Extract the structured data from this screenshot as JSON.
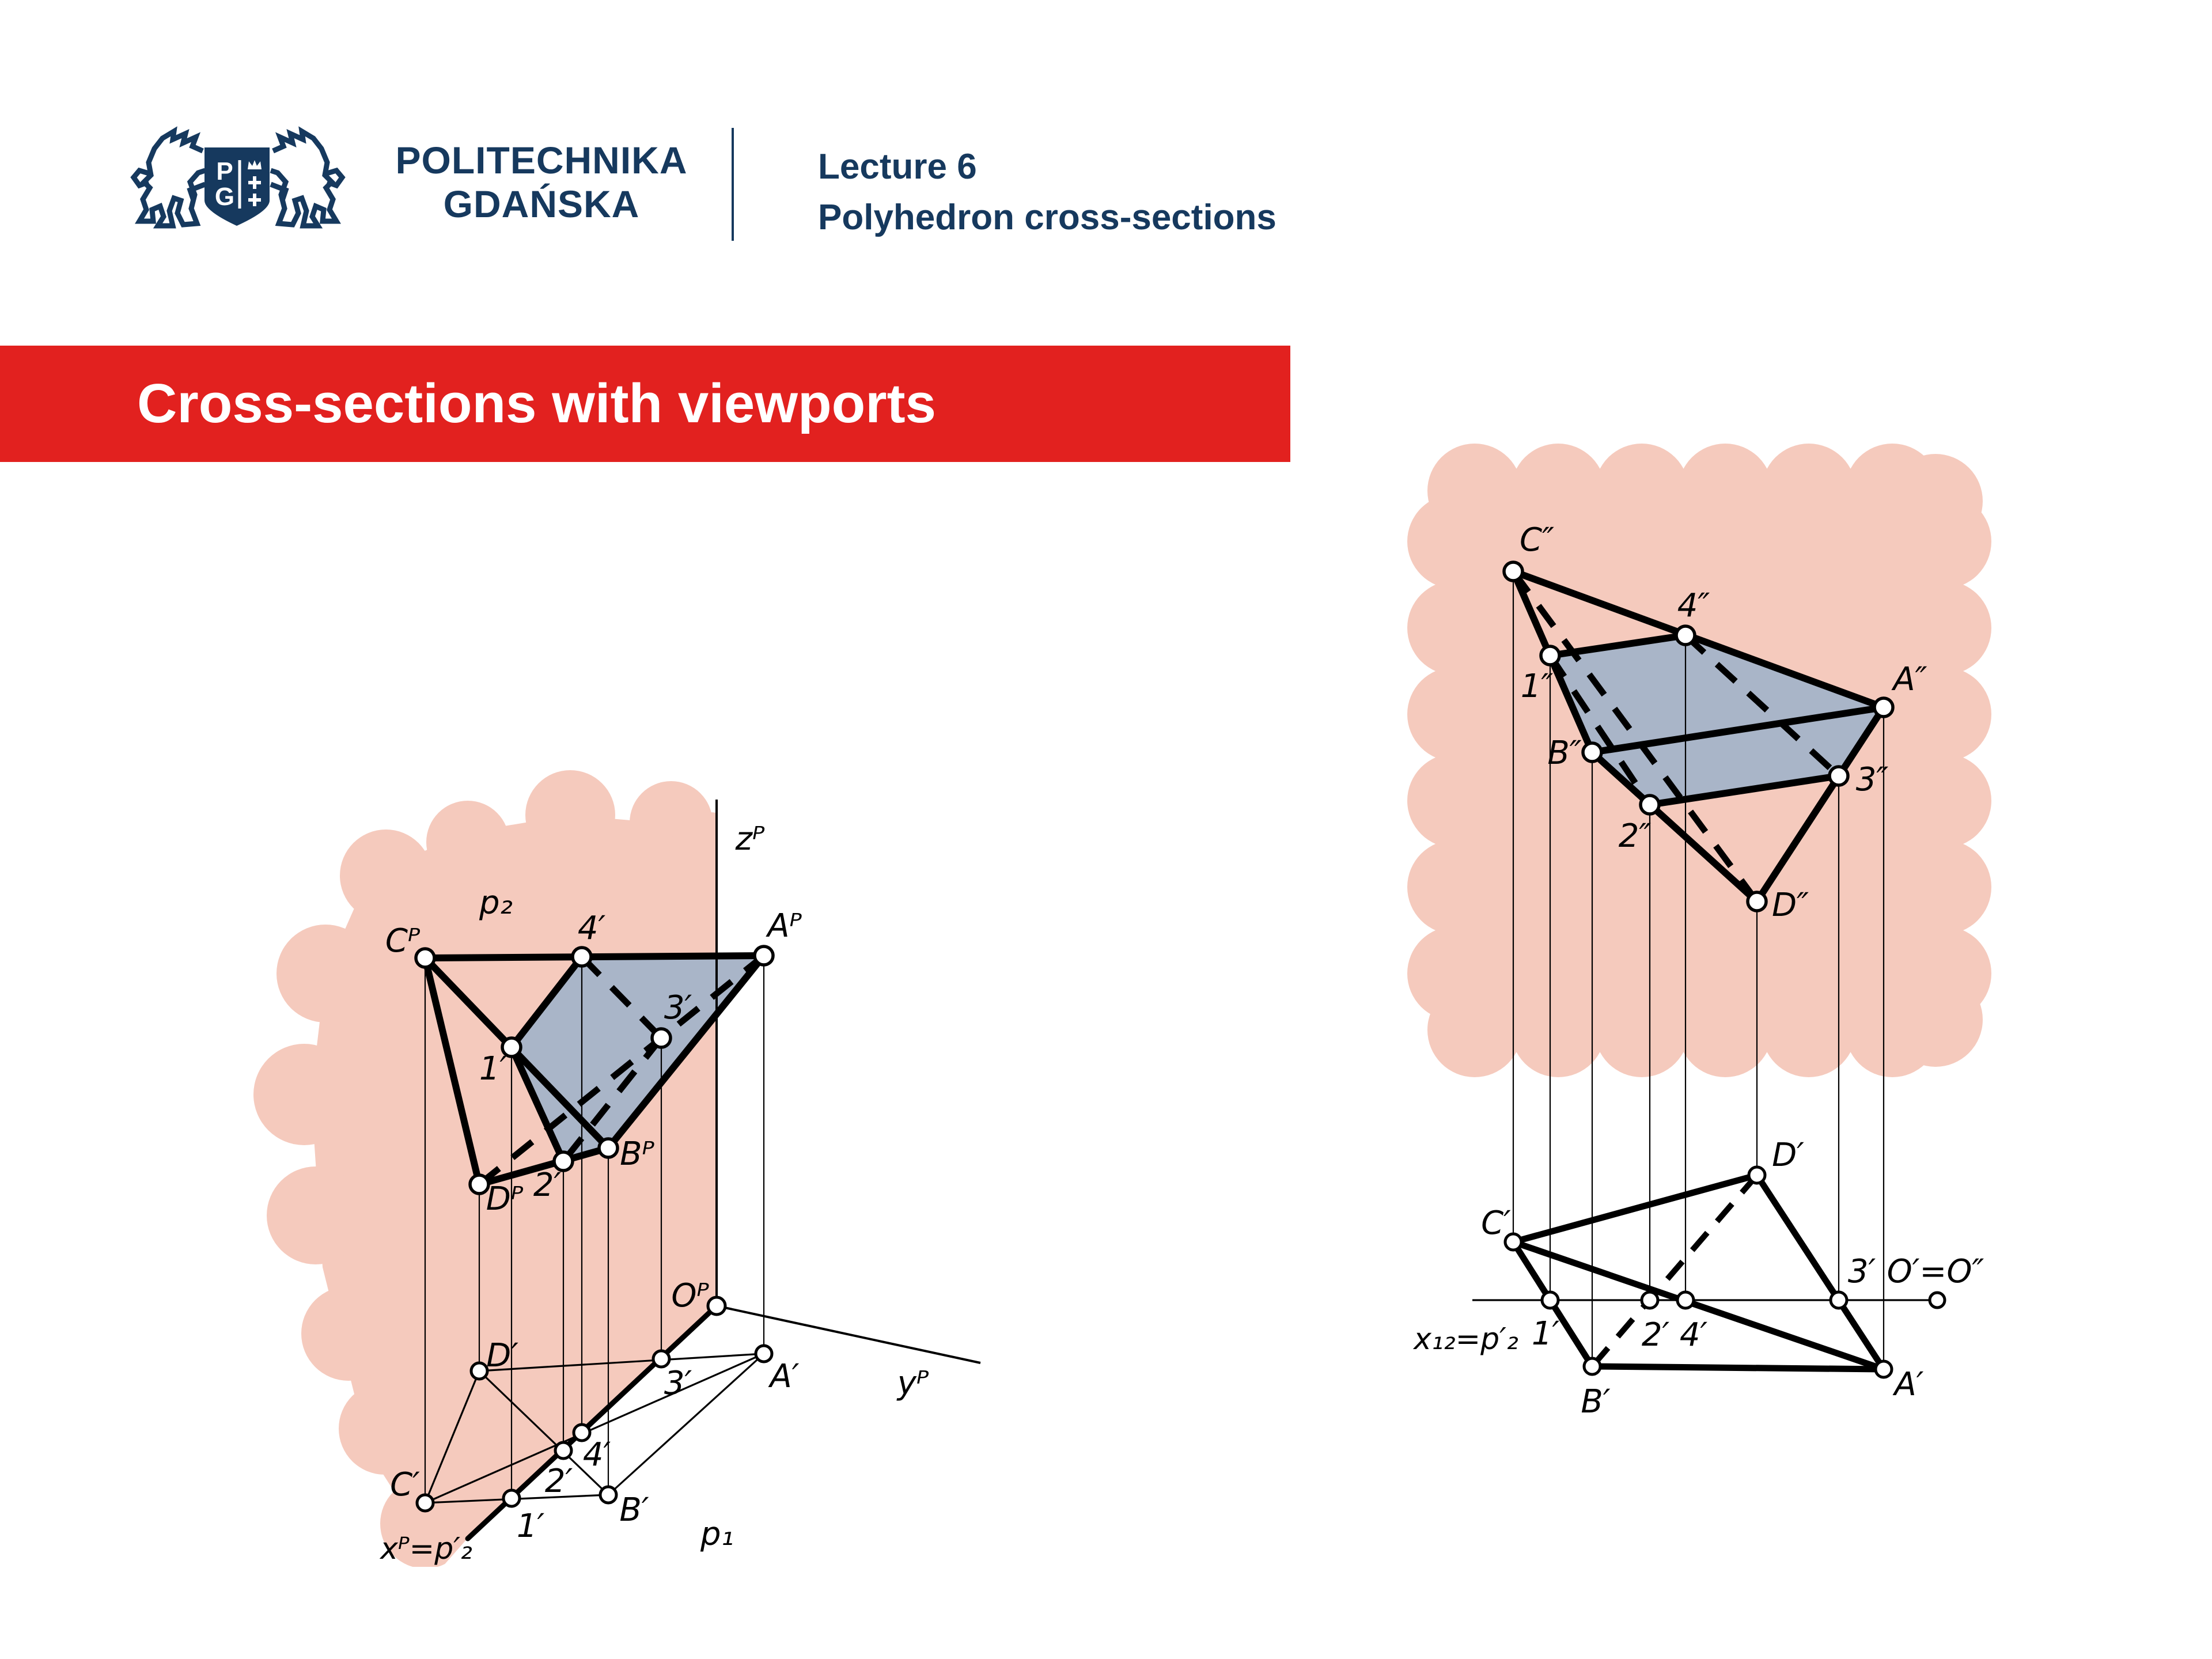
{
  "header": {
    "brand_line1": "POLITECHNIKA",
    "brand_line2": "GDAŃSKA",
    "shield_letter_p": "P",
    "shield_letter_g": "G",
    "lecture_line1": "Lecture 6",
    "lecture_line2": "Polyhedron cross-sections"
  },
  "banner": {
    "title": "Cross-sections with viewports"
  },
  "colors": {
    "accent_red": "#e2211f",
    "navy": "#16395e",
    "plane_pink": "#f5cabd",
    "section_gray": "#a9b5c8",
    "line_black": "#000000"
  },
  "left_diagram": {
    "description": "Axonometric view of tetrahedron ABCD cut by frontal plane p2, with top view projected below onto p1",
    "labels": {
      "z_axis": "zᴾ",
      "p2_plane": "p₂",
      "p1_plane": "p₁",
      "x_axis": "xᴾ=p′₂",
      "y_axis": "yᴾ",
      "origin": "Oᴾ",
      "C_axon": "Cᴾ",
      "A_axon": "Aᴾ",
      "B_axon": "Bᴾ",
      "D_axon": "Dᴾ",
      "pt1_axon": "1′",
      "pt2_axon": "2′",
      "pt3_axon": "3′",
      "pt4_axon": "4′",
      "C_plan": "C′",
      "A_plan": "A′",
      "B_plan": "B′",
      "D_plan": "D′",
      "pt1_plan": "1′",
      "pt2_plan": "2′",
      "pt3_plan": "3′",
      "pt4_plan": "4′"
    }
  },
  "right_diagram": {
    "description": "Front view (double primes) and top view (single primes) of the same cut tetrahedron, section points 1-4 on trace x12=p'2",
    "labels": {
      "C_front": "C″",
      "A_front": "A″",
      "B_front": "B″",
      "D_front": "D″",
      "pt1_front": "1″",
      "pt2_front": "2″",
      "pt3_front": "3″",
      "pt4_front": "4″",
      "C_plan": "C′",
      "A_plan": "A′",
      "B_plan": "B′",
      "D_plan": "D′",
      "pt1_plan": "1′",
      "pt2_plan": "2′",
      "pt3_plan": "3′",
      "pt4_plan": "4′",
      "axis": "x₁₂=p′₂",
      "origin": "O′=O″"
    }
  }
}
